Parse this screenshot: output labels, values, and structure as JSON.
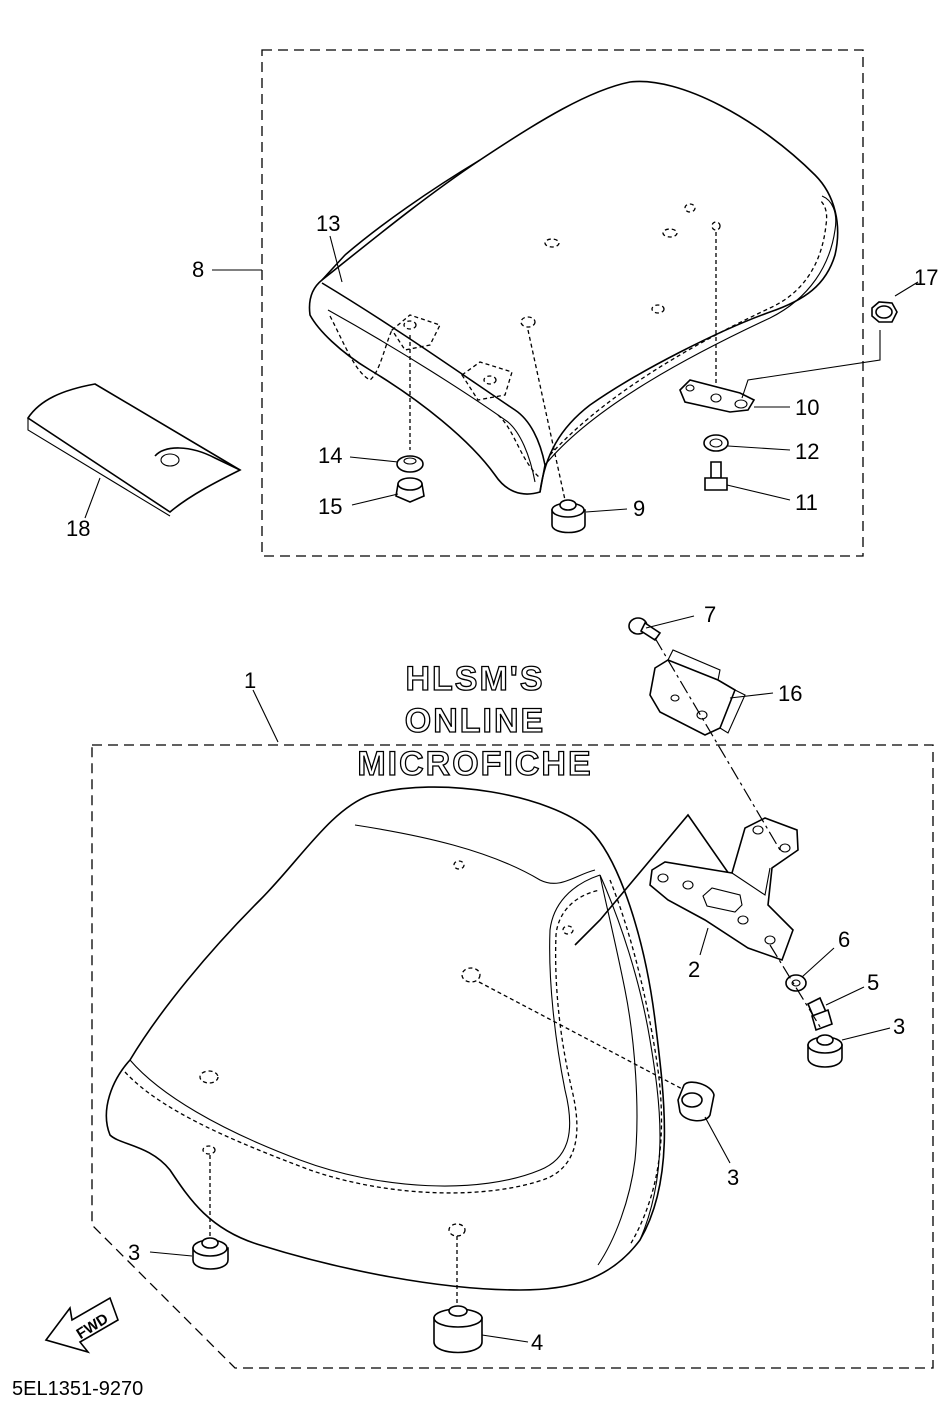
{
  "diagram": {
    "catalog_code": "5EL1351-9270",
    "watermark": {
      "line1": "HLSM'S",
      "line2": "ONLINE",
      "line3": "MICROFICHE"
    },
    "forward_marker": "FWD",
    "callouts": {
      "c1": "1",
      "c2": "2",
      "c3a": "3",
      "c3b": "3",
      "c3c": "3",
      "c4": "4",
      "c5": "5",
      "c6": "6",
      "c7": "7",
      "c8": "8",
      "c9": "9",
      "c10": "10",
      "c11": "11",
      "c12": "12",
      "c13": "13",
      "c14": "14",
      "c15": "15",
      "c16": "16",
      "c17": "17",
      "c18": "18"
    }
  }
}
